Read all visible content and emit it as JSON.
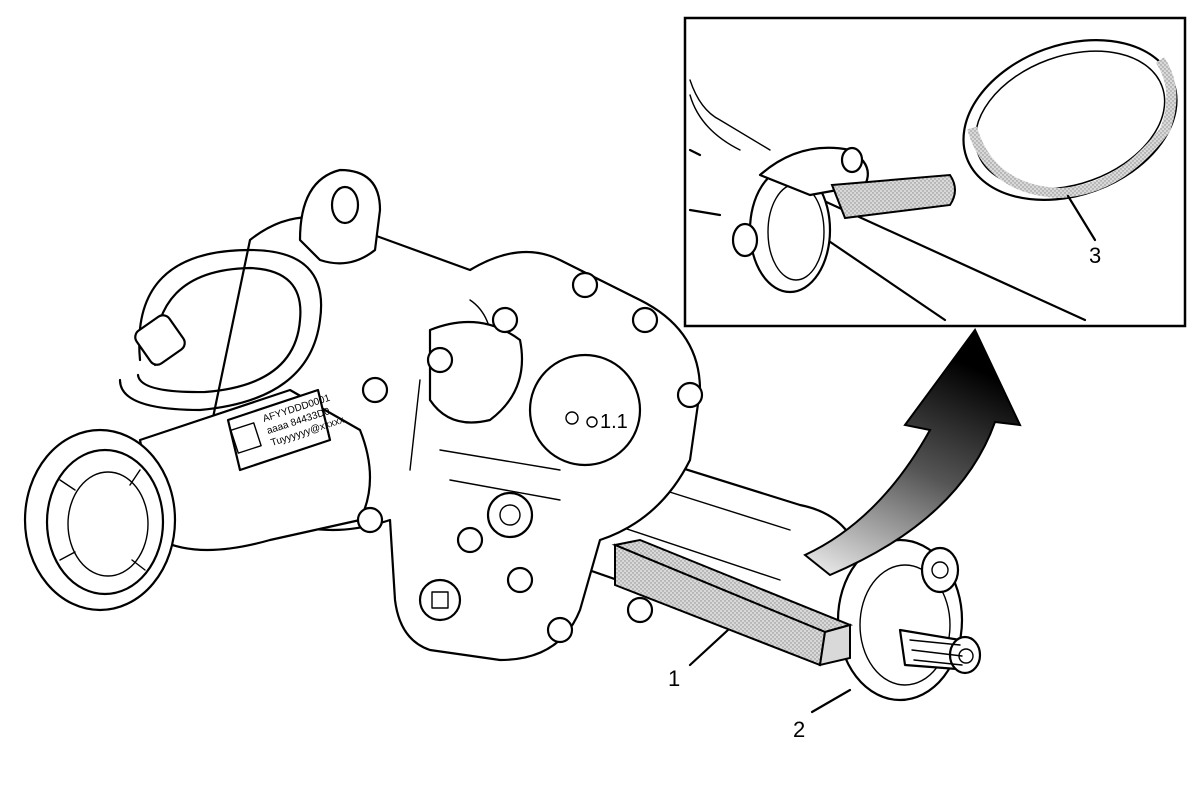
{
  "callouts": [
    {
      "number": "1"
    },
    {
      "number": "2"
    },
    {
      "number": "3"
    }
  ],
  "part_label": {
    "line1": "AFYYDDD0001",
    "line2": "aaaa 84433D0",
    "line3": "Tuyyyyyy@xxxxx"
  },
  "housing_marking": "1.1",
  "colors": {
    "line": "#000000",
    "background": "#ffffff",
    "tool_fill": "#c8c8c8",
    "arrow_fill": "#1a1a1a"
  }
}
